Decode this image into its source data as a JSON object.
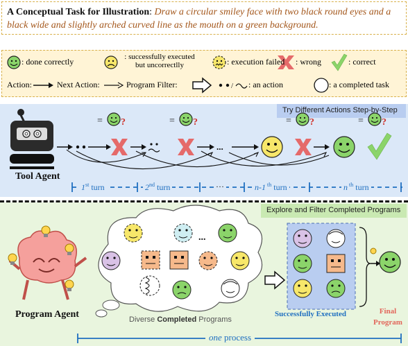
{
  "task": {
    "title": "A Conceptual Task for Illustration",
    "colon": ":",
    "description": "Draw a circular smiley face with two black round eyes and a black wide and slightly arched curved line as the mouth on a green background."
  },
  "legend": {
    "done_correctly": ": done correctly",
    "successfully_executed_line1": ": successfully executed",
    "successfully_executed_line2": "but uncorrectlly",
    "execution_failed": ": execution failed",
    "wrong": ": wrong",
    "correct": ": correct",
    "action": "Action:",
    "next_action": "Next Action:",
    "program_filter": "Program Filter:",
    "an_action": ": an action",
    "completed_task": ": a completed task"
  },
  "tool_panel": {
    "tag": "Try Different Actions Step-by-Step",
    "agent_label": "Tool Agent",
    "question": "?",
    "equals": "=",
    "dots": "...",
    "turns": [
      {
        "prefix": "1",
        "sup": "st",
        "suffix": " turn"
      },
      {
        "prefix": "2",
        "sup": "nd",
        "suffix": " turn"
      },
      {
        "prefix": "···",
        "sup": "",
        "suffix": ""
      },
      {
        "prefix": "n-1",
        "sup": " th",
        "suffix": " turn"
      },
      {
        "prefix": "n",
        "sup": " th",
        "suffix": " turn"
      }
    ]
  },
  "program_panel": {
    "tag": "Explore and Filter Completed Programs",
    "agent_label": "Program Agent",
    "diverse_pre": "Diverse ",
    "diverse_bold": "Completed",
    "diverse_post": " Programs",
    "successfully_executed": "Successfully Executed",
    "final_line1": "Final",
    "final_line2": "Program",
    "process_italic": "one",
    "process_rest": " process",
    "cloud_dots": "..."
  },
  "colors": {
    "green_face": "#8bd46a",
    "yellow_face": "#f7e76a",
    "orange_face": "#f6b98b",
    "purple_face": "#d9c2e6",
    "wrong_x": "#e56a6a",
    "check": "#8bd46a",
    "blue_text": "#1f6fc0",
    "final_red": "#e2665a"
  }
}
